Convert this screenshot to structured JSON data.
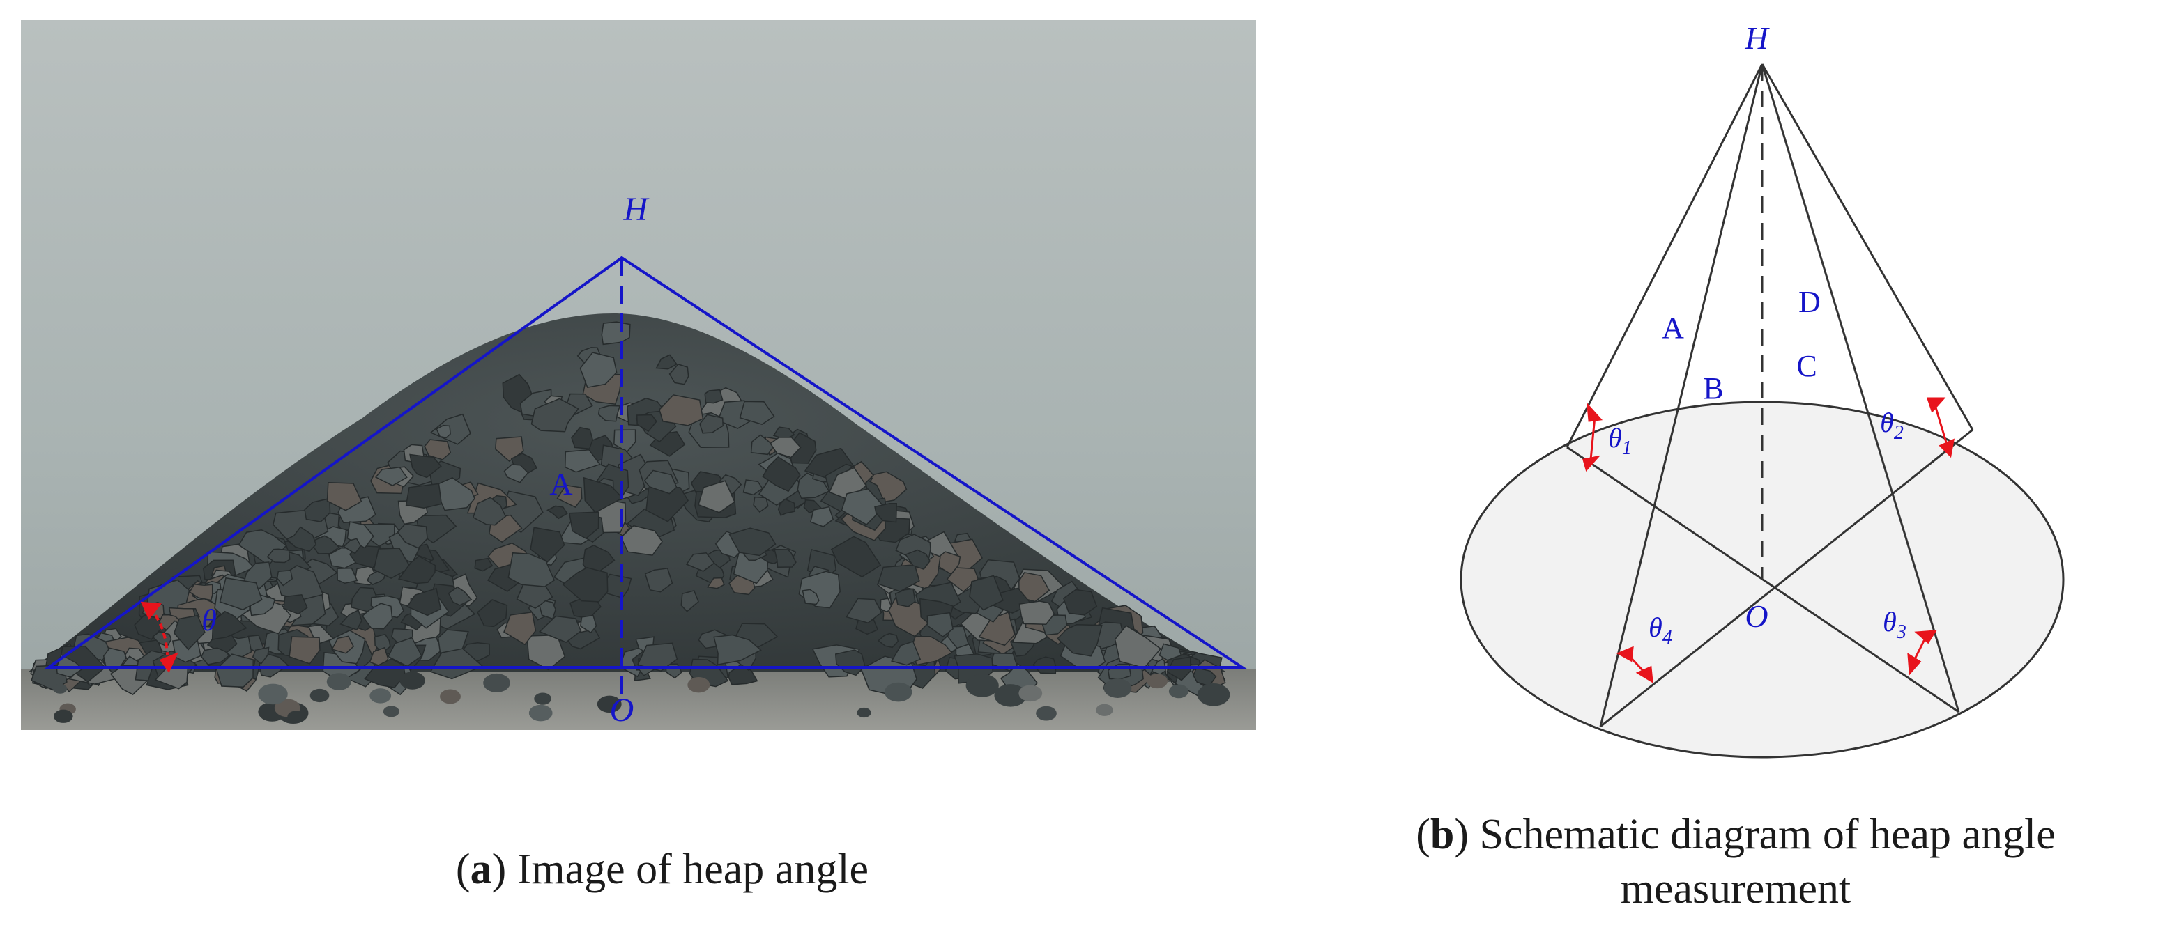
{
  "figure_a": {
    "labels": {
      "apex": "H",
      "center": "O",
      "face": "A",
      "angle": "θ"
    },
    "caption": {
      "letter": "a",
      "text": "Image of heap angle"
    }
  },
  "figure_b": {
    "labels": {
      "apex": "H",
      "center": "O",
      "faces": [
        "A",
        "B",
        "C",
        "D"
      ],
      "angles": [
        "θ1",
        "θ2",
        "θ3",
        "θ4"
      ]
    },
    "caption": {
      "letter": "b",
      "text": "Schematic diagram of heap angle measurement"
    }
  },
  "colors": {
    "annotation_blue": "#1515c8",
    "arrow_red": "#e8141c",
    "wall": "#aab3b2",
    "floor": "#8a8a85",
    "rock_dark": "#3d4546",
    "ellipse_fill": "#f2f2f2"
  }
}
